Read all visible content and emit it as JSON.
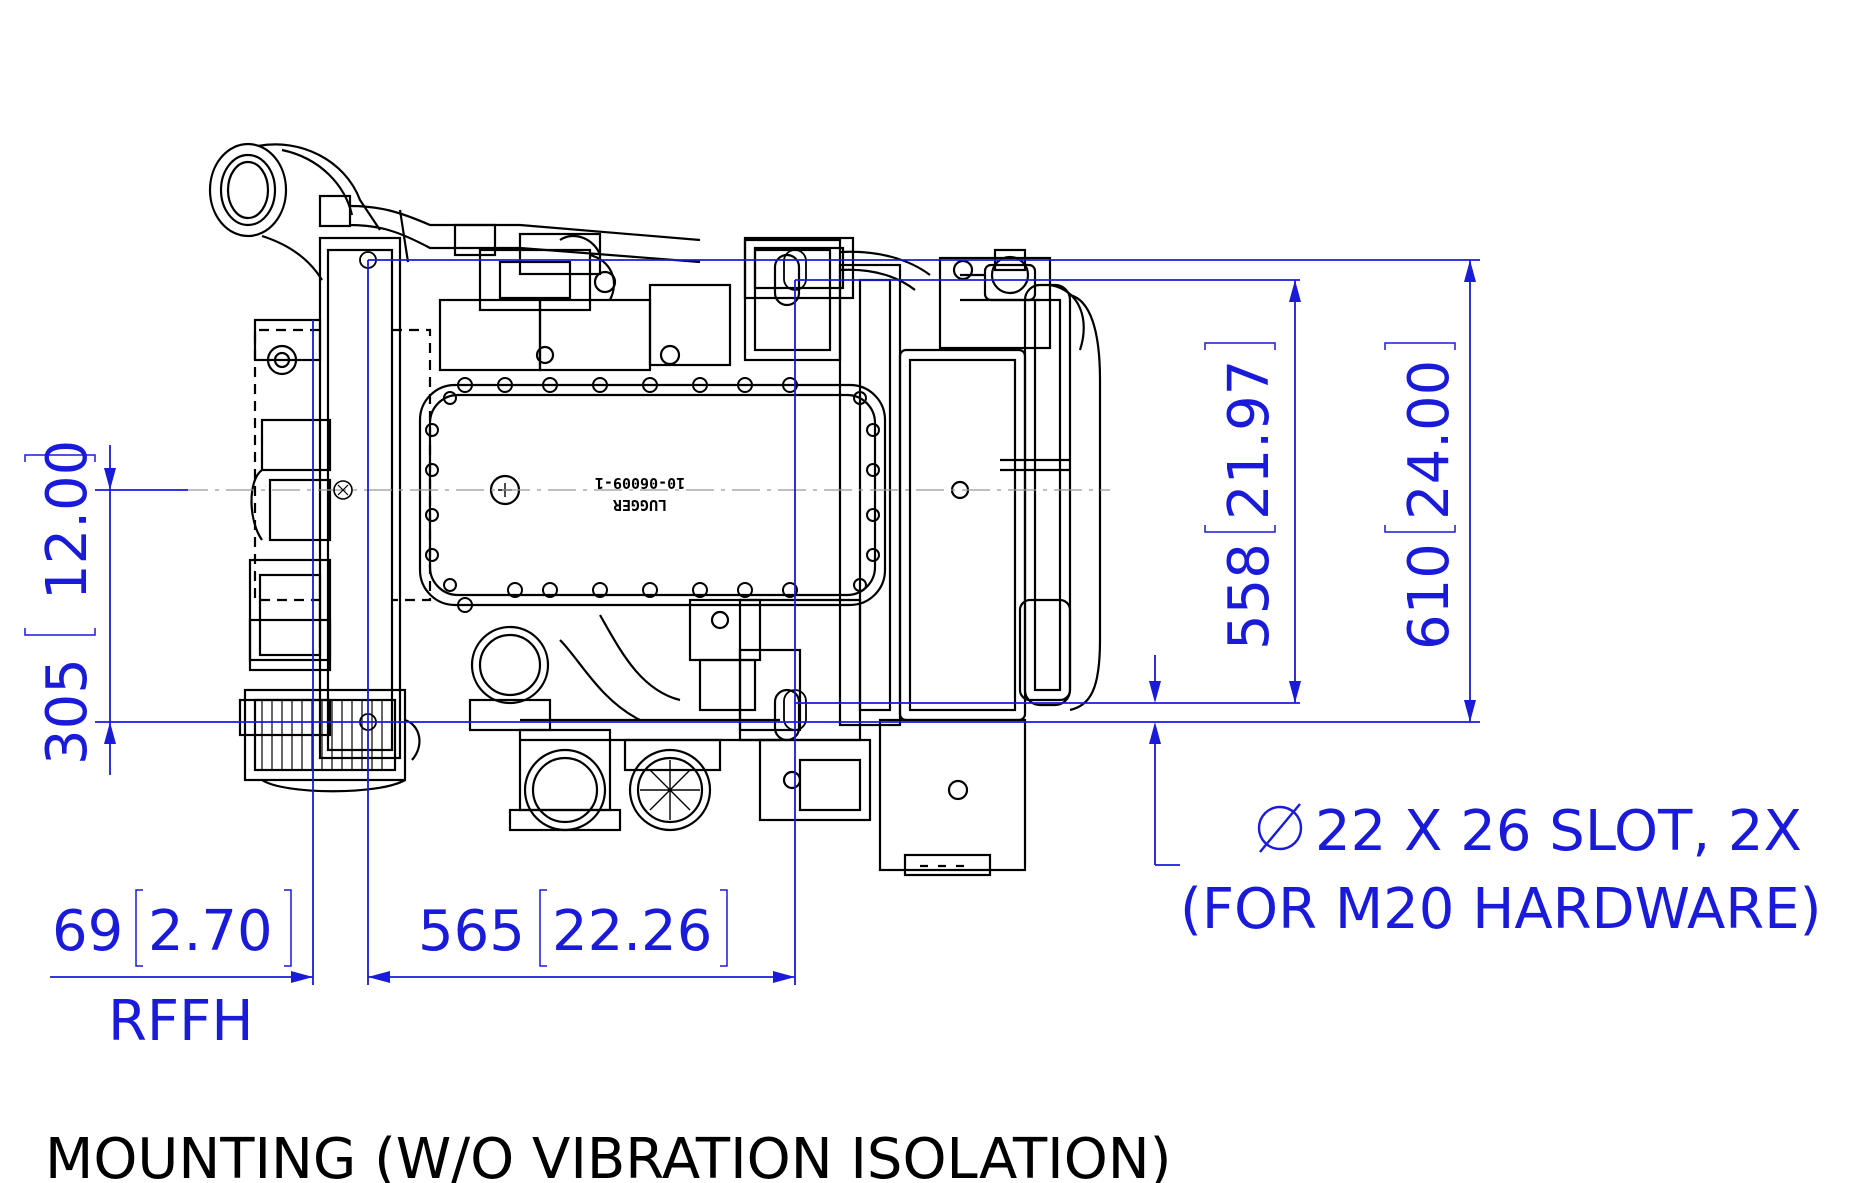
{
  "colors": {
    "dimension": "#1a1ad9",
    "outline": "#000000",
    "background": "#ffffff"
  },
  "title": "MOUNTING (W/O VIBRATION ISOLATION)",
  "part_label": {
    "line1": "LUGGER",
    "line2": "10-06009-1"
  },
  "dimensions": {
    "vertical_left": {
      "mm": "305",
      "inch": "12.00"
    },
    "vertical_mid": {
      "mm": "558",
      "inch": "21.97"
    },
    "vertical_right": {
      "mm": "610",
      "inch": "24.00"
    },
    "horizontal_left": {
      "mm": "69",
      "inch": "2.70",
      "ref": "RFFH"
    },
    "horizontal_mid": {
      "mm": "565",
      "inch": "22.26"
    }
  },
  "slot_note": {
    "line1": "22 X 26 SLOT, 2X",
    "line2": "(FOR M20 HARDWARE)",
    "symbol": "diameter-icon"
  }
}
